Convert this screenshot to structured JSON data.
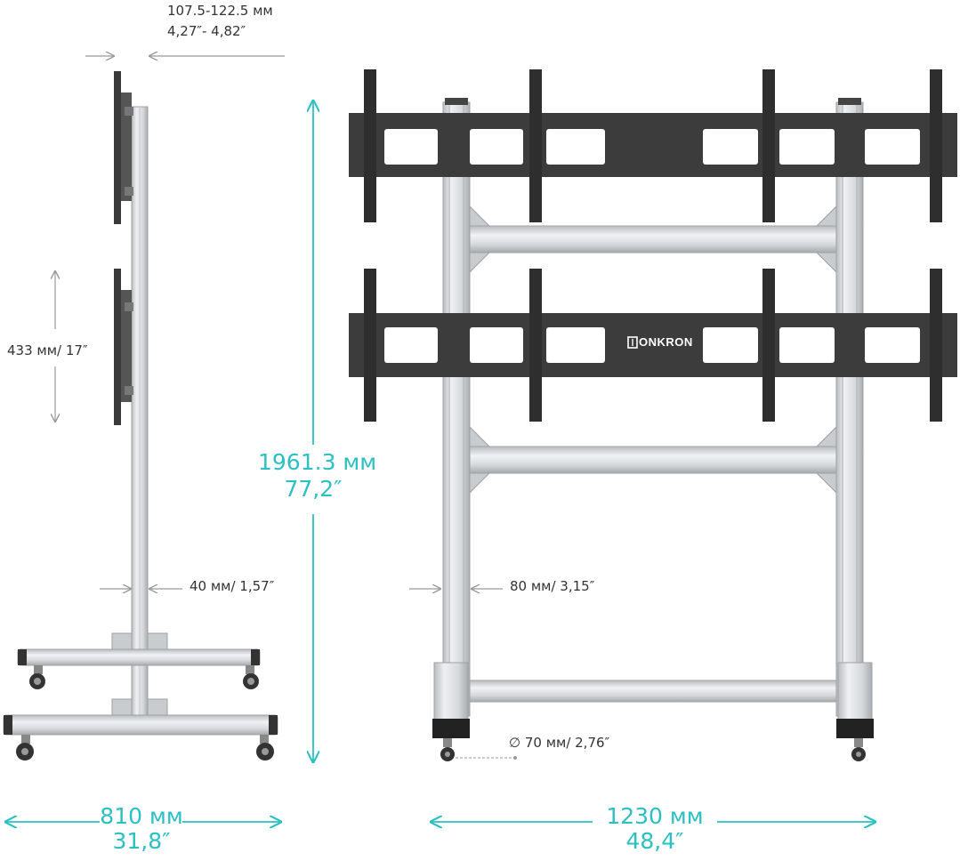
{
  "brand": "ONKRON",
  "dimensions": {
    "depth_top": {
      "mm": "107.5-122.5 мм",
      "inch": "4,27″- 4,82″"
    },
    "vesa_spacing": "433 мм/ 17″",
    "height": {
      "mm": "1961.3 мм",
      "inch": "77,2″"
    },
    "pole_side": "40 мм/ 1,57″",
    "pole_front": "80 мм/ 3,15″",
    "wheel": "∅ 70 мм/ 2,76″",
    "base_depth": {
      "mm": "810 мм",
      "inch": "31,8″"
    },
    "width": {
      "mm": "1230 мм",
      "inch": "48,4″"
    }
  },
  "colors": {
    "accent": "#2bc0c4",
    "bracket": "#3c3c3c",
    "aluminum": "#d4d7d9",
    "text": "#333333"
  }
}
